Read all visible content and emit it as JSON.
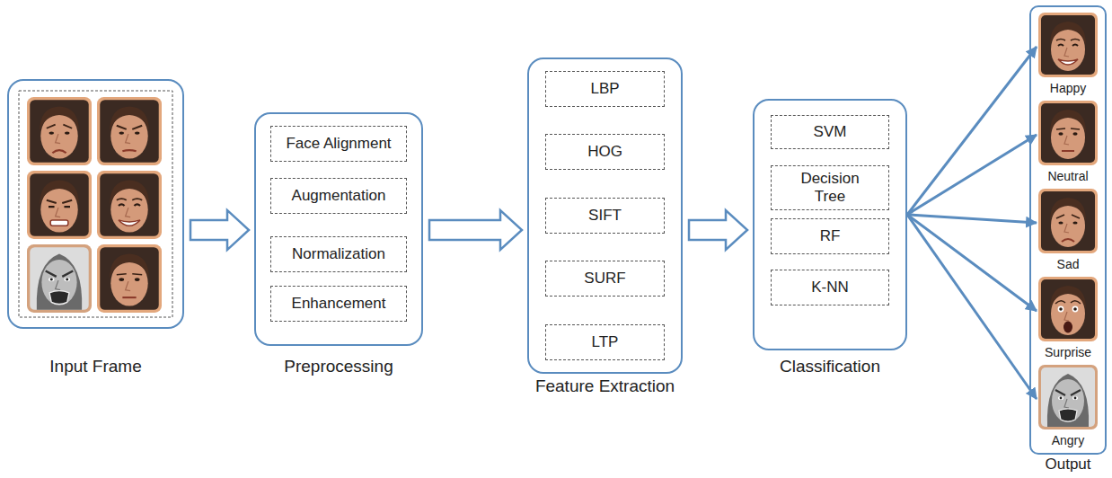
{
  "diagram": {
    "nodes": [
      {
        "text": [
          "Input Frame"
        ]
      },
      {
        "text": [
          "Preprocessing"
        ]
      },
      {
        "text": [
          "Face Alignment"
        ],
        "in": 1
      },
      {
        "text": [
          "Augmentation"
        ],
        "in": 1
      },
      {
        "text": [
          "Normalization"
        ],
        "in": 1
      },
      {
        "text": [
          "Enhancement"
        ],
        "in": 1
      },
      {
        "text": [
          "Feature Extraction"
        ]
      },
      {
        "text": [
          "LBP"
        ],
        "in": 6
      },
      {
        "text": [
          "HOG"
        ],
        "in": 6
      },
      {
        "text": [
          "SIFT"
        ],
        "in": 6
      },
      {
        "text": [
          "SURF"
        ],
        "in": 6
      },
      {
        "text": [
          "LTP"
        ],
        "in": 6
      },
      {
        "text": [
          "Classification"
        ]
      },
      {
        "text": [
          "SVM"
        ],
        "in": 12
      },
      {
        "text": [
          "Decision Tree"
        ],
        "in": 12
      },
      {
        "text": [
          "RF"
        ],
        "in": 12
      },
      {
        "text": [
          "K-NN"
        ],
        "in": 12
      },
      {
        "text": [
          "Output"
        ]
      },
      {
        "text": [
          "Happy"
        ],
        "in": 17
      },
      {
        "text": [
          "Neutral"
        ],
        "in": 17
      },
      {
        "text": [
          "Sad"
        ],
        "in": 17
      },
      {
        "text": [
          "Surprise"
        ],
        "in": 17
      },
      {
        "text": [
          "Angry"
        ],
        "in": 17
      }
    ],
    "edges": [
      {
        "from": 0,
        "to": 1,
        "arrow": "to"
      },
      {
        "from": 1,
        "to": 6,
        "arrow": "to"
      },
      {
        "from": 6,
        "to": 12,
        "arrow": "to"
      },
      {
        "from": 12,
        "to": 18,
        "arrow": "to"
      },
      {
        "from": 12,
        "to": 19,
        "arrow": "to"
      },
      {
        "from": 12,
        "to": 20,
        "arrow": "to"
      },
      {
        "from": 12,
        "to": 21,
        "arrow": "to"
      },
      {
        "from": 12,
        "to": 22,
        "arrow": "to"
      }
    ]
  }
}
